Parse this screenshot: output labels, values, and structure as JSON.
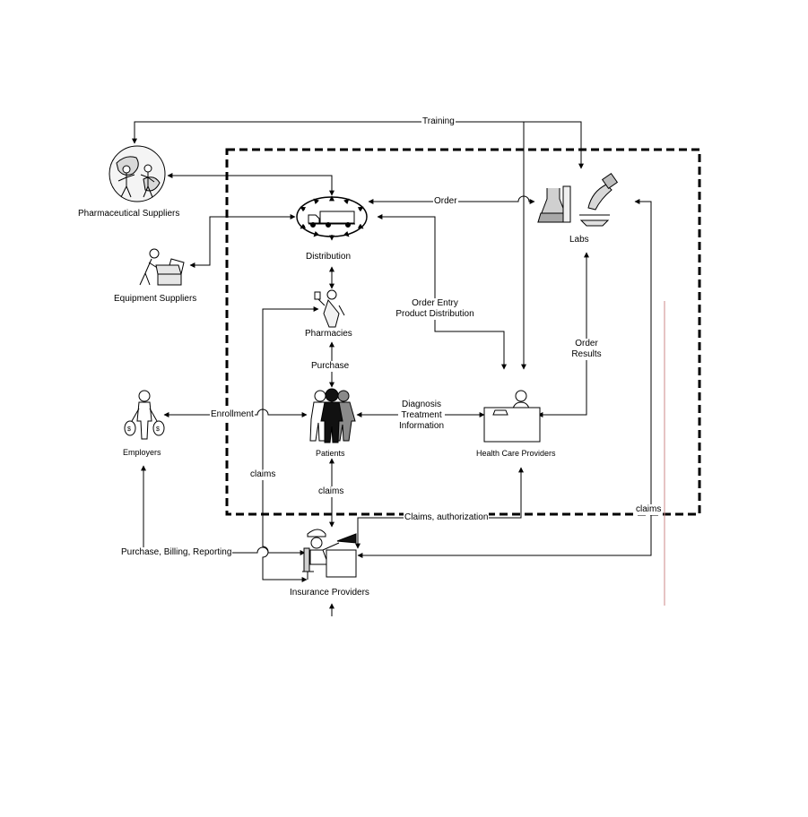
{
  "nodes": {
    "pharmaceutical_suppliers": "Pharmaceutical Suppliers",
    "equipment_suppliers": "Equipment Suppliers",
    "distribution": "Distribution",
    "labs": "Labs",
    "pharmacies": "Pharmacies",
    "employers": "Employers",
    "patients": "Patients",
    "health_care_providers": "Health Care Providers",
    "insurance_providers": "Insurance Providers"
  },
  "edges": {
    "training": "Training",
    "order": "Order",
    "order_entry": "Order Entry",
    "product_distribution": "Product Distribution",
    "order_results_line1": "Order",
    "order_results_line2": "Results",
    "purchase": "Purchase",
    "enrollment": "Enrollment",
    "diagnosis": "Diagnosis",
    "treatment": "Treatment",
    "information": "Information",
    "claims_left": "claims",
    "claims_center": "claims",
    "claims_right": "claims",
    "claims_authorization": "Claims, authorization",
    "purchase_billing_reporting": "Purchase, Billing, Reporting"
  },
  "colors": {
    "line": "#000000",
    "figure_gray": "#8a8a8a",
    "figure_dark": "#111111"
  }
}
